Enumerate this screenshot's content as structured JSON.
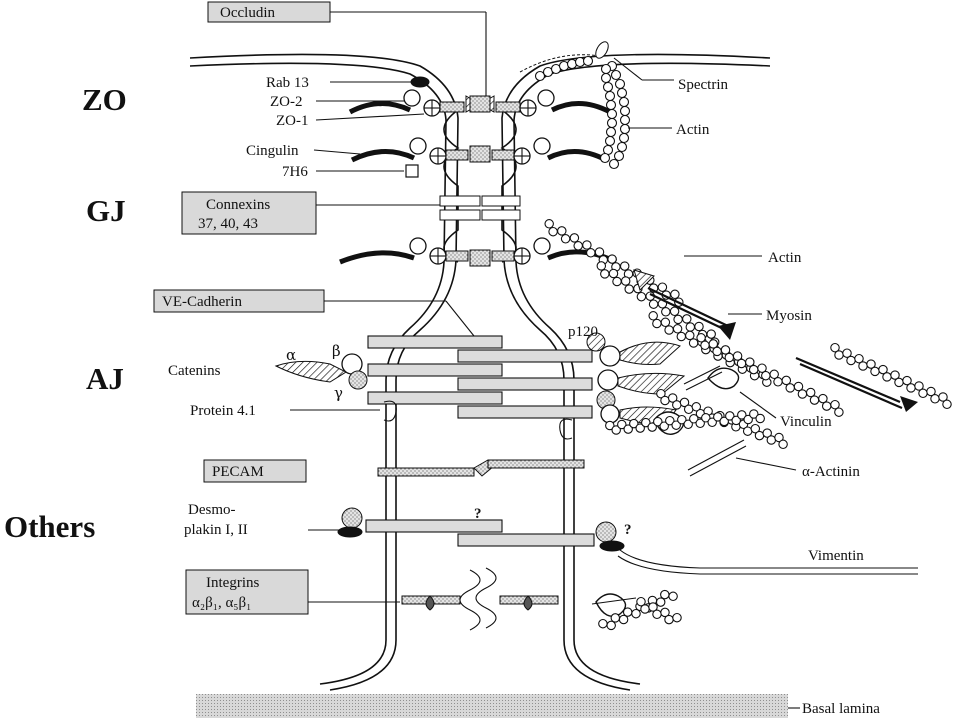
{
  "zones": {
    "zo": "ZO",
    "gj": "GJ",
    "aj": "AJ",
    "others": "Others"
  },
  "labels": {
    "occludin": "Occludin",
    "rab13": "Rab 13",
    "zo2": "ZO-2",
    "zo1": "ZO-1",
    "cingulin": "Cingulin",
    "h7h6": "7H6",
    "spectrin": "Spectrin",
    "actin_top": "Actin",
    "connexins_1": "Connexins",
    "connexins_2": "37, 40, 43",
    "actin_mid": "Actin",
    "ve_cadherin": "VE-Cadherin",
    "myosin": "Myosin",
    "p120": "p120",
    "catenins": "Catenins",
    "alpha": "α",
    "beta": "β",
    "gamma": "γ",
    "protein41": "Protein 4.1",
    "vinculin": "Vinculin",
    "pecam": "PECAM",
    "alpha_actinin": "α-Actinin",
    "desmo_1": "Desmo-",
    "desmo_2": "plakin I, II",
    "question_1": "?",
    "question_2": "?",
    "vimentin": "Vimentin",
    "integrins_1": "Integrins",
    "integrins_2": "α₂β₁, α₅β₁",
    "basal_lamina": "Basal lamina"
  }
}
